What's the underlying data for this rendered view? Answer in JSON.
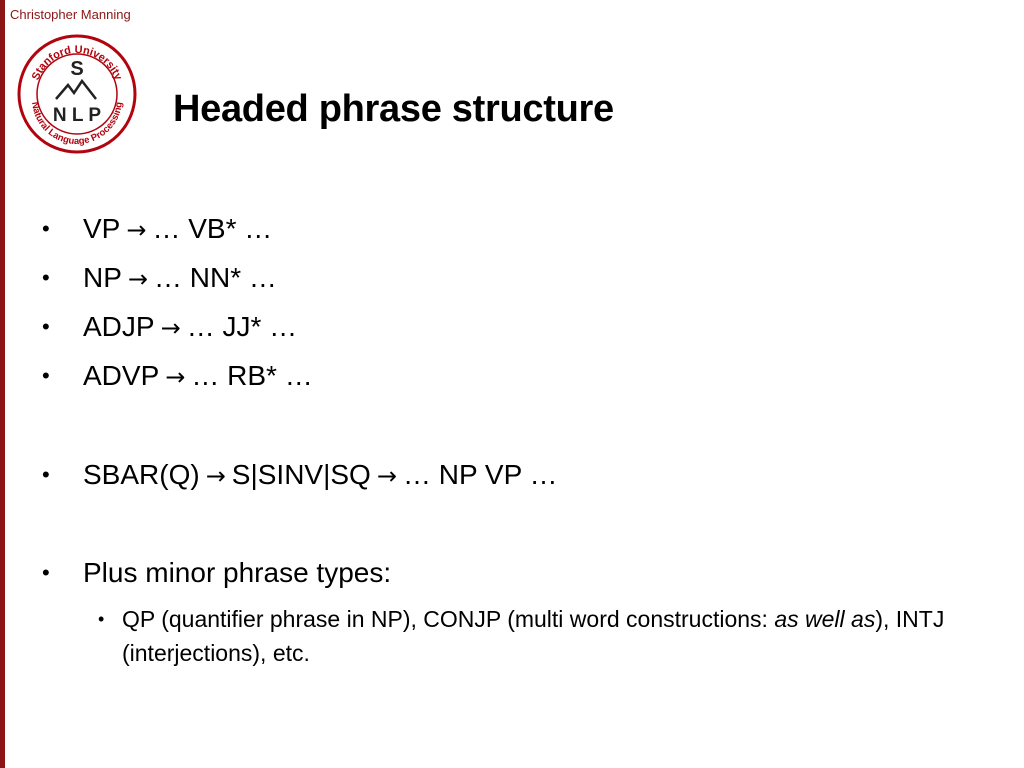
{
  "slide": {
    "author": "Christopher Manning",
    "title": "Headed phrase structure",
    "logo": {
      "icon": "stanford-nlp-logo",
      "top_text": "Stanford University",
      "bottom_text": "Natural Language Processing",
      "letter_s": "S",
      "letters_nlp": "N L P",
      "color": "#b1040e"
    },
    "accent_color": "#8c1515"
  },
  "bullets": [
    {
      "lhs": "VP",
      "arrow": "→",
      "rhs": "… VB* …"
    },
    {
      "lhs": "NP",
      "arrow": "→",
      "rhs": "… NN* …"
    },
    {
      "lhs": "ADJP",
      "arrow": "→",
      "rhs": "… JJ* …"
    },
    {
      "lhs": "ADVP",
      "arrow": "→",
      "rhs": "… RB* …"
    },
    {
      "lhs": "SBAR(Q)",
      "arrow": "→",
      "mid": "S|SINV|SQ",
      "arrow2": "→",
      "rhs": "… NP VP …"
    },
    {
      "text": "Plus minor phrase types:"
    }
  ],
  "sub_bullet": {
    "part1": "QP (quantifier phrase in NP), CONJP (multi word constructions: ",
    "italic": "as well as",
    "part2": "), INTJ (interjections), etc."
  }
}
